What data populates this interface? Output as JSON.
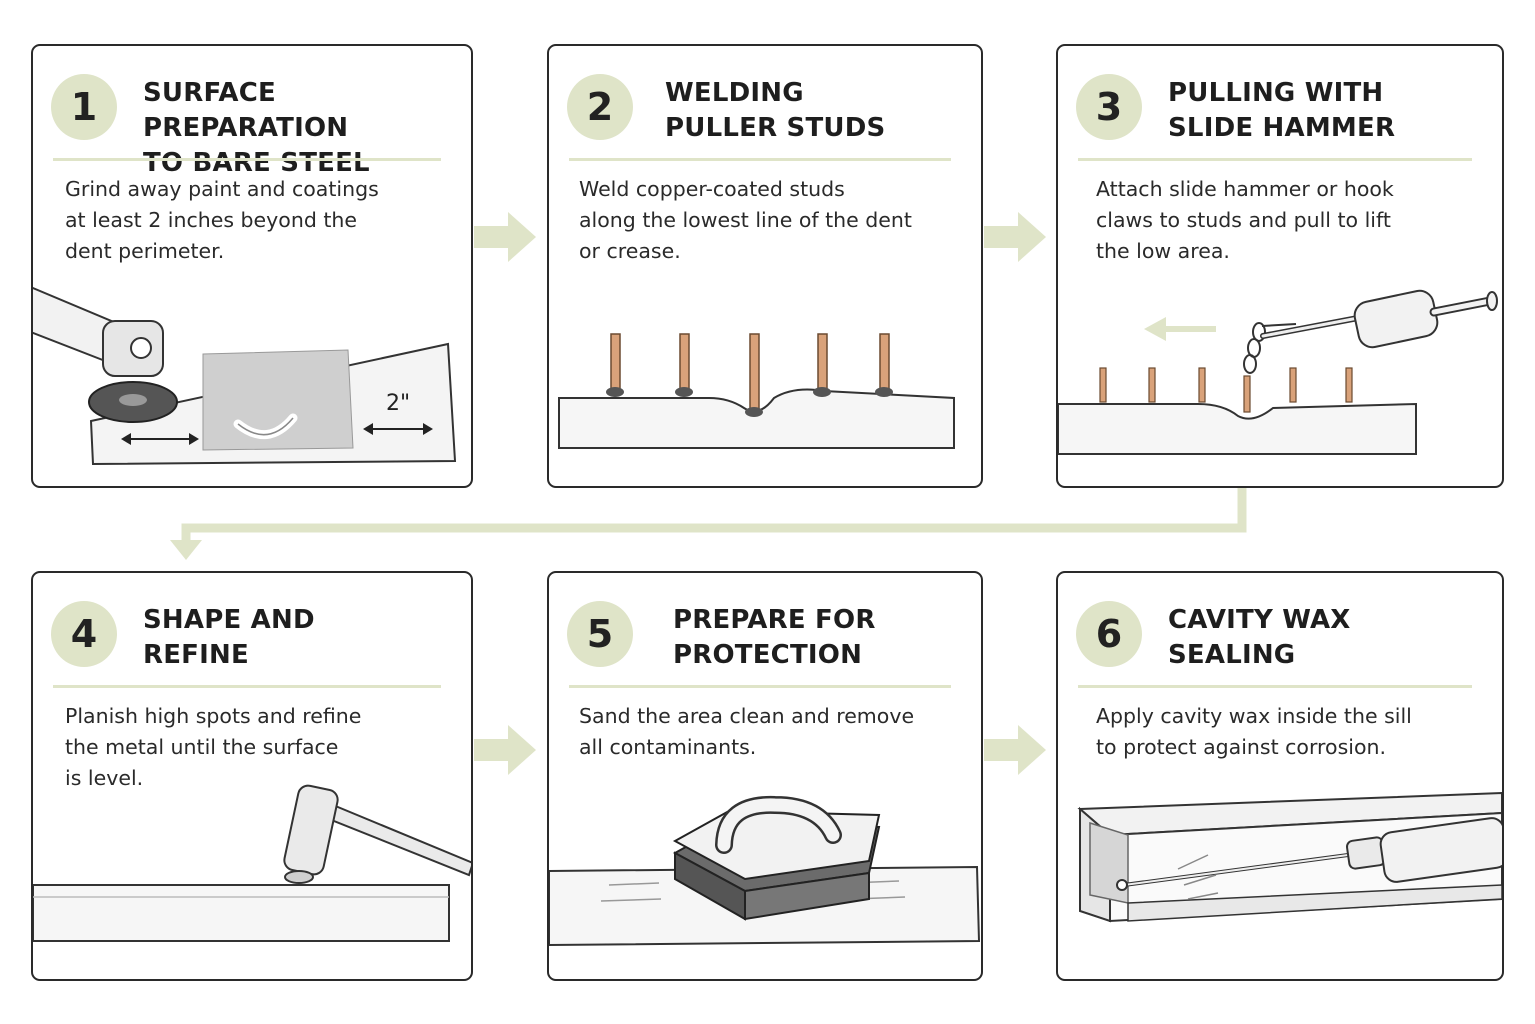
{
  "colors": {
    "accent": "#dfe4c8",
    "border": "#2a2a2a",
    "text": "#2a2a2a"
  },
  "steps": [
    {
      "number": "1",
      "title": "SURFACE PREPARATION\nTO BARE STEEL",
      "description": "Grind away paint and coatings\nat least 2 inches beyond the\ndent perimeter.",
      "illustration": "angle-grinder-on-panel",
      "dimension_label": "2\""
    },
    {
      "number": "2",
      "title": "WELDING\nPULLER STUDS",
      "description": "Weld copper-coated studs\nalong the lowest line of the dent\nor crease.",
      "illustration": "studs-welded-on-dent"
    },
    {
      "number": "3",
      "title": "PULLING WITH\nSLIDE HAMMER",
      "description": "Attach slide hammer or hook\nclaws to studs and pull to lift\nthe low area.",
      "illustration": "slide-hammer-pulling-stud"
    },
    {
      "number": "4",
      "title": "SHAPE AND\nREFINE",
      "description": "Planish high spots and refine\nthe metal until the surface\nis level.",
      "illustration": "planishing-hammer-on-panel"
    },
    {
      "number": "5",
      "title": "PREPARE FOR\nPROTECTION",
      "description": "Sand the area clean and remove\nall contaminants.",
      "illustration": "sanding-block-on-panel"
    },
    {
      "number": "6",
      "title": "CAVITY WAX\nSEALING",
      "description": "Apply cavity wax inside the sill\nto protect against corrosion.",
      "illustration": "cavity-wax-wand-in-sill"
    }
  ]
}
